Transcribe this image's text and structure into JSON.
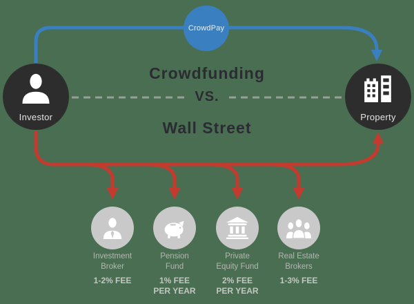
{
  "colors": {
    "bg": "#4a6e51",
    "dark": "#2d2d2d",
    "blue": "#3a7fc0",
    "red": "#c23b2e",
    "graycircle": "#c9c9c9",
    "title": "#2b2b33",
    "label": "#b3b7b3",
    "fee": "#c3c7c3",
    "dash": "#98a099"
  },
  "title": {
    "line1": "Crowdfunding",
    "vs": "VS.",
    "line2": "Wall Street"
  },
  "nodes": {
    "investor": {
      "label": "Investor",
      "icon": "person-icon"
    },
    "property": {
      "label": "Property",
      "icon": "buildings-icon"
    },
    "crowdpay": {
      "label": "CrowdPay"
    }
  },
  "intermediaries": [
    {
      "icon": "broker-person-icon",
      "name_lines": [
        "Investment",
        "Broker"
      ],
      "fee_lines": [
        "1-2% FEE"
      ]
    },
    {
      "icon": "piggy-bank-icon",
      "name_lines": [
        "Pension",
        "Fund"
      ],
      "fee_lines": [
        "1% FEE",
        "PER YEAR"
      ]
    },
    {
      "icon": "bank-icon",
      "name_lines": [
        "Private",
        "Equity Fund"
      ],
      "fee_lines": [
        "2% FEE",
        "PER YEAR"
      ]
    },
    {
      "icon": "people-group-icon",
      "name_lines": [
        "Real Estate",
        "Brokers"
      ],
      "fee_lines": [
        "1-3% FEE"
      ]
    }
  ]
}
